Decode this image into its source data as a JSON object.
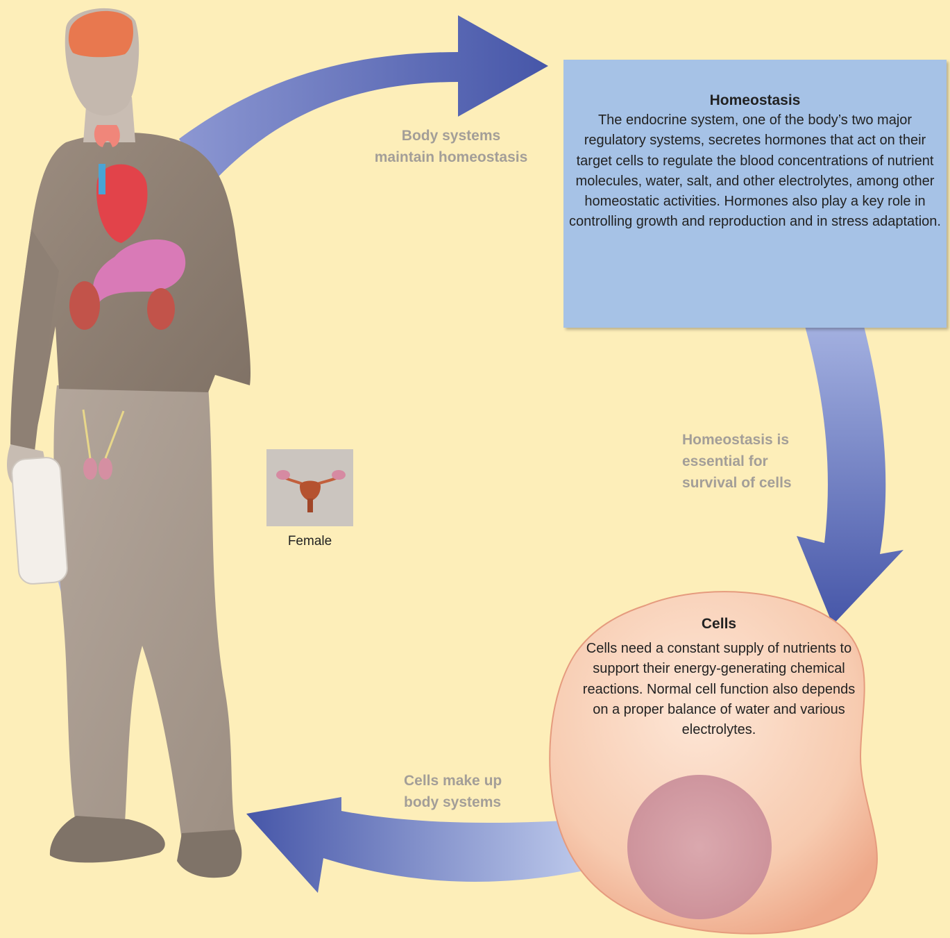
{
  "homeostasis_box": {
    "title": "Homeostasis",
    "body": "The endocrine system, one of the body’s two major regulatory systems, secretes hormones that act on their target cells to regulate the blood concentrations of nutrient molecules, water, salt, and other electrolytes, among other homeostatic activities. Hormones also play a key role in controlling growth and reproduction and in stress adaptation."
  },
  "cells_box": {
    "title": "Cells",
    "body": "Cells need a constant supply of nutrients to support their energy-generating chemical reactions. Normal cell function also depends on a proper balance of water and various electrolytes."
  },
  "arrow_labels": {
    "top": [
      "Body systems",
      "maintain homeostasis"
    ],
    "right": [
      "Homeostasis is",
      "essential for",
      "survival of cells"
    ],
    "bottom": [
      "Cells make up",
      "body systems"
    ]
  },
  "inset": {
    "label": "Female"
  },
  "colors": {
    "background": "#fdeeb9",
    "arrow_dark": "#4656a8",
    "arrow_light": "#b8c6ec",
    "box_fill": "#a6c2e6",
    "cell_fill": "#f6c8ad",
    "label_gray": "#a39e98"
  }
}
